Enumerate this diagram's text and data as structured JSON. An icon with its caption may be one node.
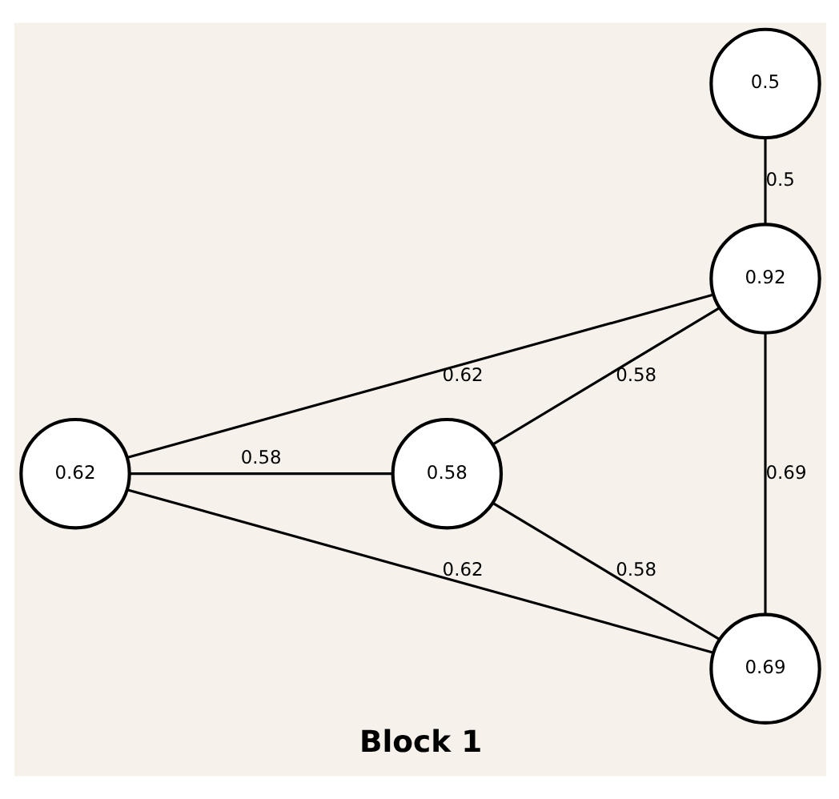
{
  "diagram": {
    "caption": "Block 1",
    "nodes": [
      {
        "text": [
          "0.5"
        ]
      },
      {
        "text": [
          "0.92"
        ]
      },
      {
        "text": [
          "0.62"
        ]
      },
      {
        "text": [
          "0.58"
        ]
      },
      {
        "text": [
          "0.69"
        ]
      }
    ],
    "edges": [
      {
        "from": 0,
        "to": 1,
        "arrow": "none",
        "label": "0.5"
      },
      {
        "from": 1,
        "to": 2,
        "arrow": "none",
        "label": "0.62"
      },
      {
        "from": 1,
        "to": 3,
        "arrow": "none",
        "label": "0.58"
      },
      {
        "from": 2,
        "to": 3,
        "arrow": "none",
        "label": "0.58"
      },
      {
        "from": 1,
        "to": 4,
        "arrow": "none",
        "label": "0.69"
      },
      {
        "from": 2,
        "to": 4,
        "arrow": "none",
        "label": "0.62"
      },
      {
        "from": 3,
        "to": 4,
        "arrow": "none",
        "label": "0.58"
      }
    ]
  }
}
